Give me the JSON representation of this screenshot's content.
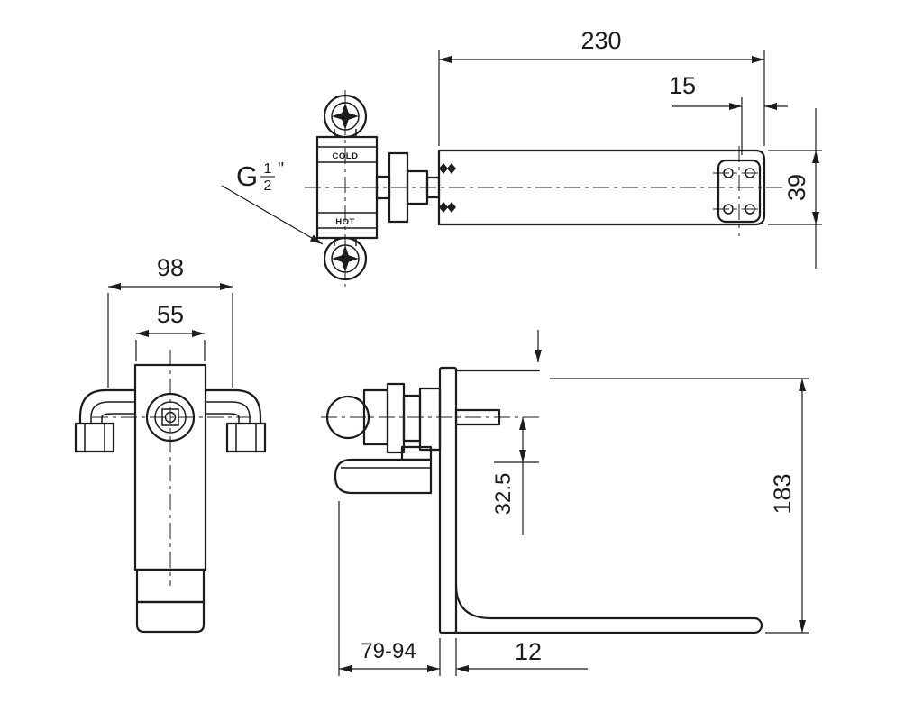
{
  "drawing": {
    "top_view": {
      "dim_length": "230",
      "dim_end_offset": "15",
      "dim_spout_width": "39",
      "label_cold": "COLD",
      "label_hot": "HOT",
      "thread": {
        "g": "G",
        "num": "1",
        "den": "2",
        "inch": "\""
      }
    },
    "front_view": {
      "dim_overall": "98",
      "dim_body": "55"
    },
    "side_view": {
      "dim_height": "183",
      "dim_inlet_drop": "32.5",
      "dim_wall_range": "79-94",
      "dim_plate": "12"
    }
  }
}
